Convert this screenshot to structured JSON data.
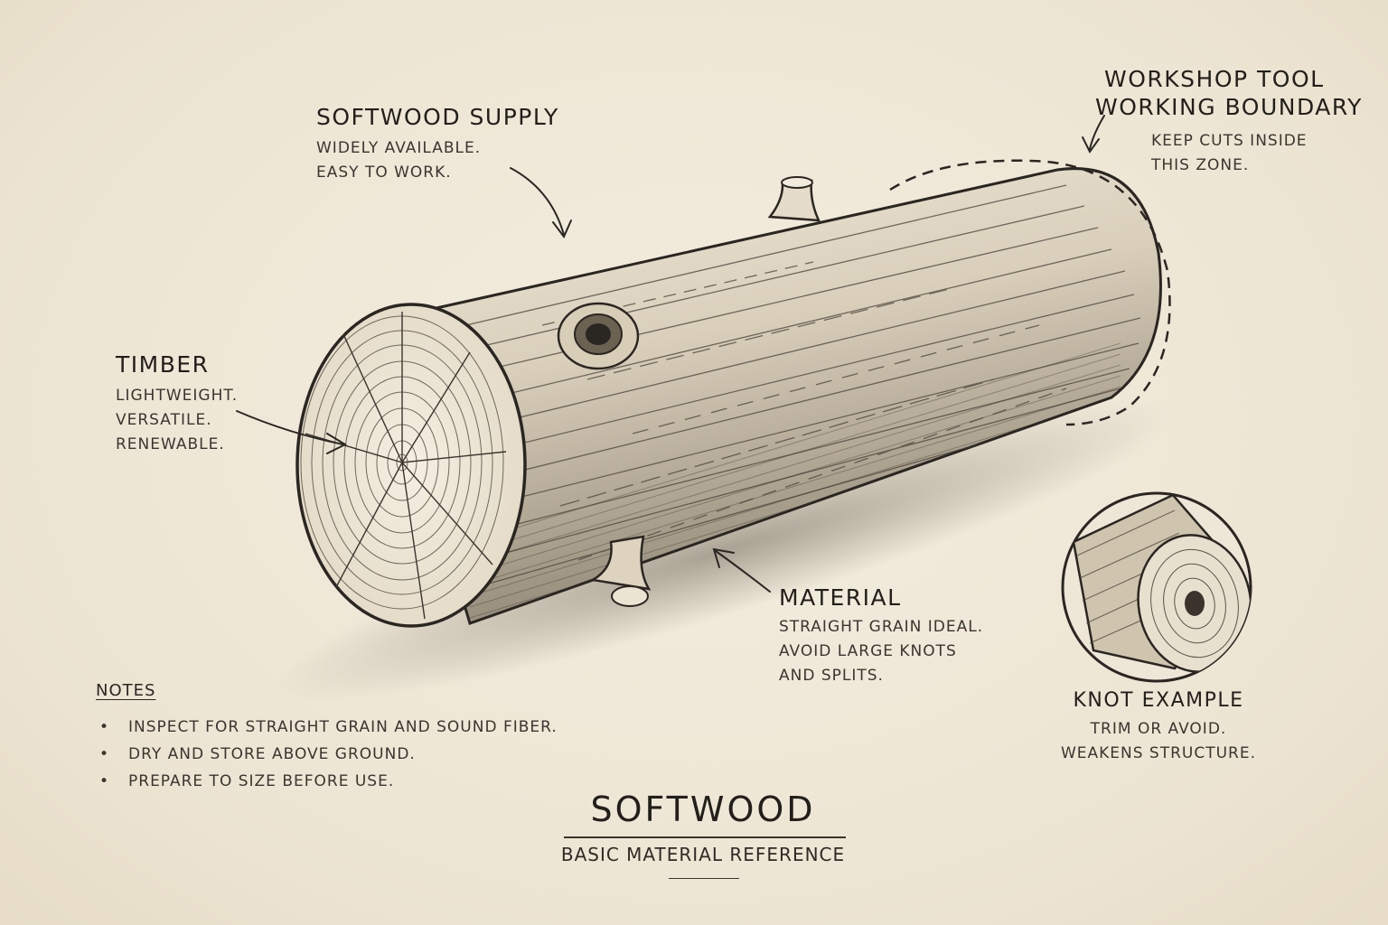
{
  "title": "SOFTWOOD",
  "subtitle": "BASIC MATERIAL REFERENCE",
  "labels": {
    "supply": {
      "heading": "SOFTWOOD SUPPLY",
      "lines": [
        "WIDELY AVAILABLE.",
        "EASY TO WORK."
      ]
    },
    "timber": {
      "heading": "TIMBER",
      "lines": [
        "LIGHTWEIGHT.",
        "VERSATILE.",
        "RENEWABLE."
      ]
    },
    "boundary": {
      "heading_lines": [
        "WORKSHOP TOOL",
        "WORKING BOUNDARY"
      ],
      "lines": [
        "KEEP CUTS INSIDE",
        "THIS ZONE."
      ]
    },
    "material": {
      "heading": "MATERIAL",
      "lines": [
        "STRAIGHT GRAIN IDEAL.",
        "AVOID LARGE KNOTS",
        "AND SPLITS."
      ]
    },
    "knot": {
      "heading": "KNOT EXAMPLE",
      "lines": [
        "TRIM OR AVOID.",
        "WEAKENS STRUCTURE."
      ]
    }
  },
  "notes": {
    "title": "NOTES",
    "items": [
      "INSPECT FOR STRAIGHT GRAIN AND SOUND FIBER.",
      "DRY AND STORE ABOVE GROUND.",
      "PREPARE TO SIZE BEFORE USE."
    ]
  },
  "colors": {
    "paper": "#efe8d8",
    "ink": "#2a2622",
    "wood_light": "#e9e1cf",
    "wood_shade": "#b9ae98"
  }
}
